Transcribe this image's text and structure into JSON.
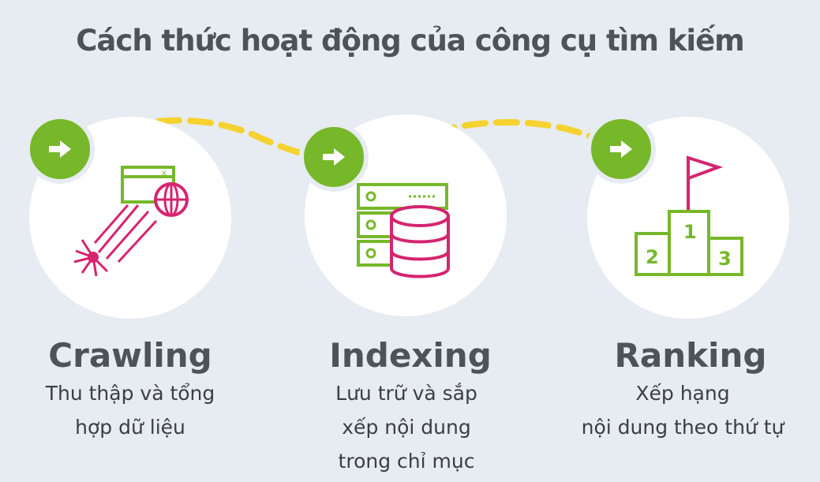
{
  "title": "Cách thức hoạt động của công cụ tìm kiếm",
  "colors": {
    "background": "#e7ebf2",
    "green": "#76b82a",
    "magenta": "#d6246f",
    "dash": "#f5d22e",
    "heading": "#4d5357"
  },
  "steps": [
    {
      "icon": "browser-spider-icon",
      "title": "Crawling",
      "desc_lines": [
        "Thu thập và tổng",
        "hợp dữ liệu"
      ]
    },
    {
      "icon": "server-database-icon",
      "title": "Indexing",
      "desc_lines": [
        "Lưu trữ và sắp",
        "xếp nội dung",
        "trong chỉ mục"
      ]
    },
    {
      "icon": "podium-flag-icon",
      "title": "Ranking",
      "desc_lines": [
        "Xếp hạng",
        "nội dung theo thứ tự"
      ],
      "podium": {
        "first": "1",
        "second": "2",
        "third": "3"
      }
    }
  ]
}
